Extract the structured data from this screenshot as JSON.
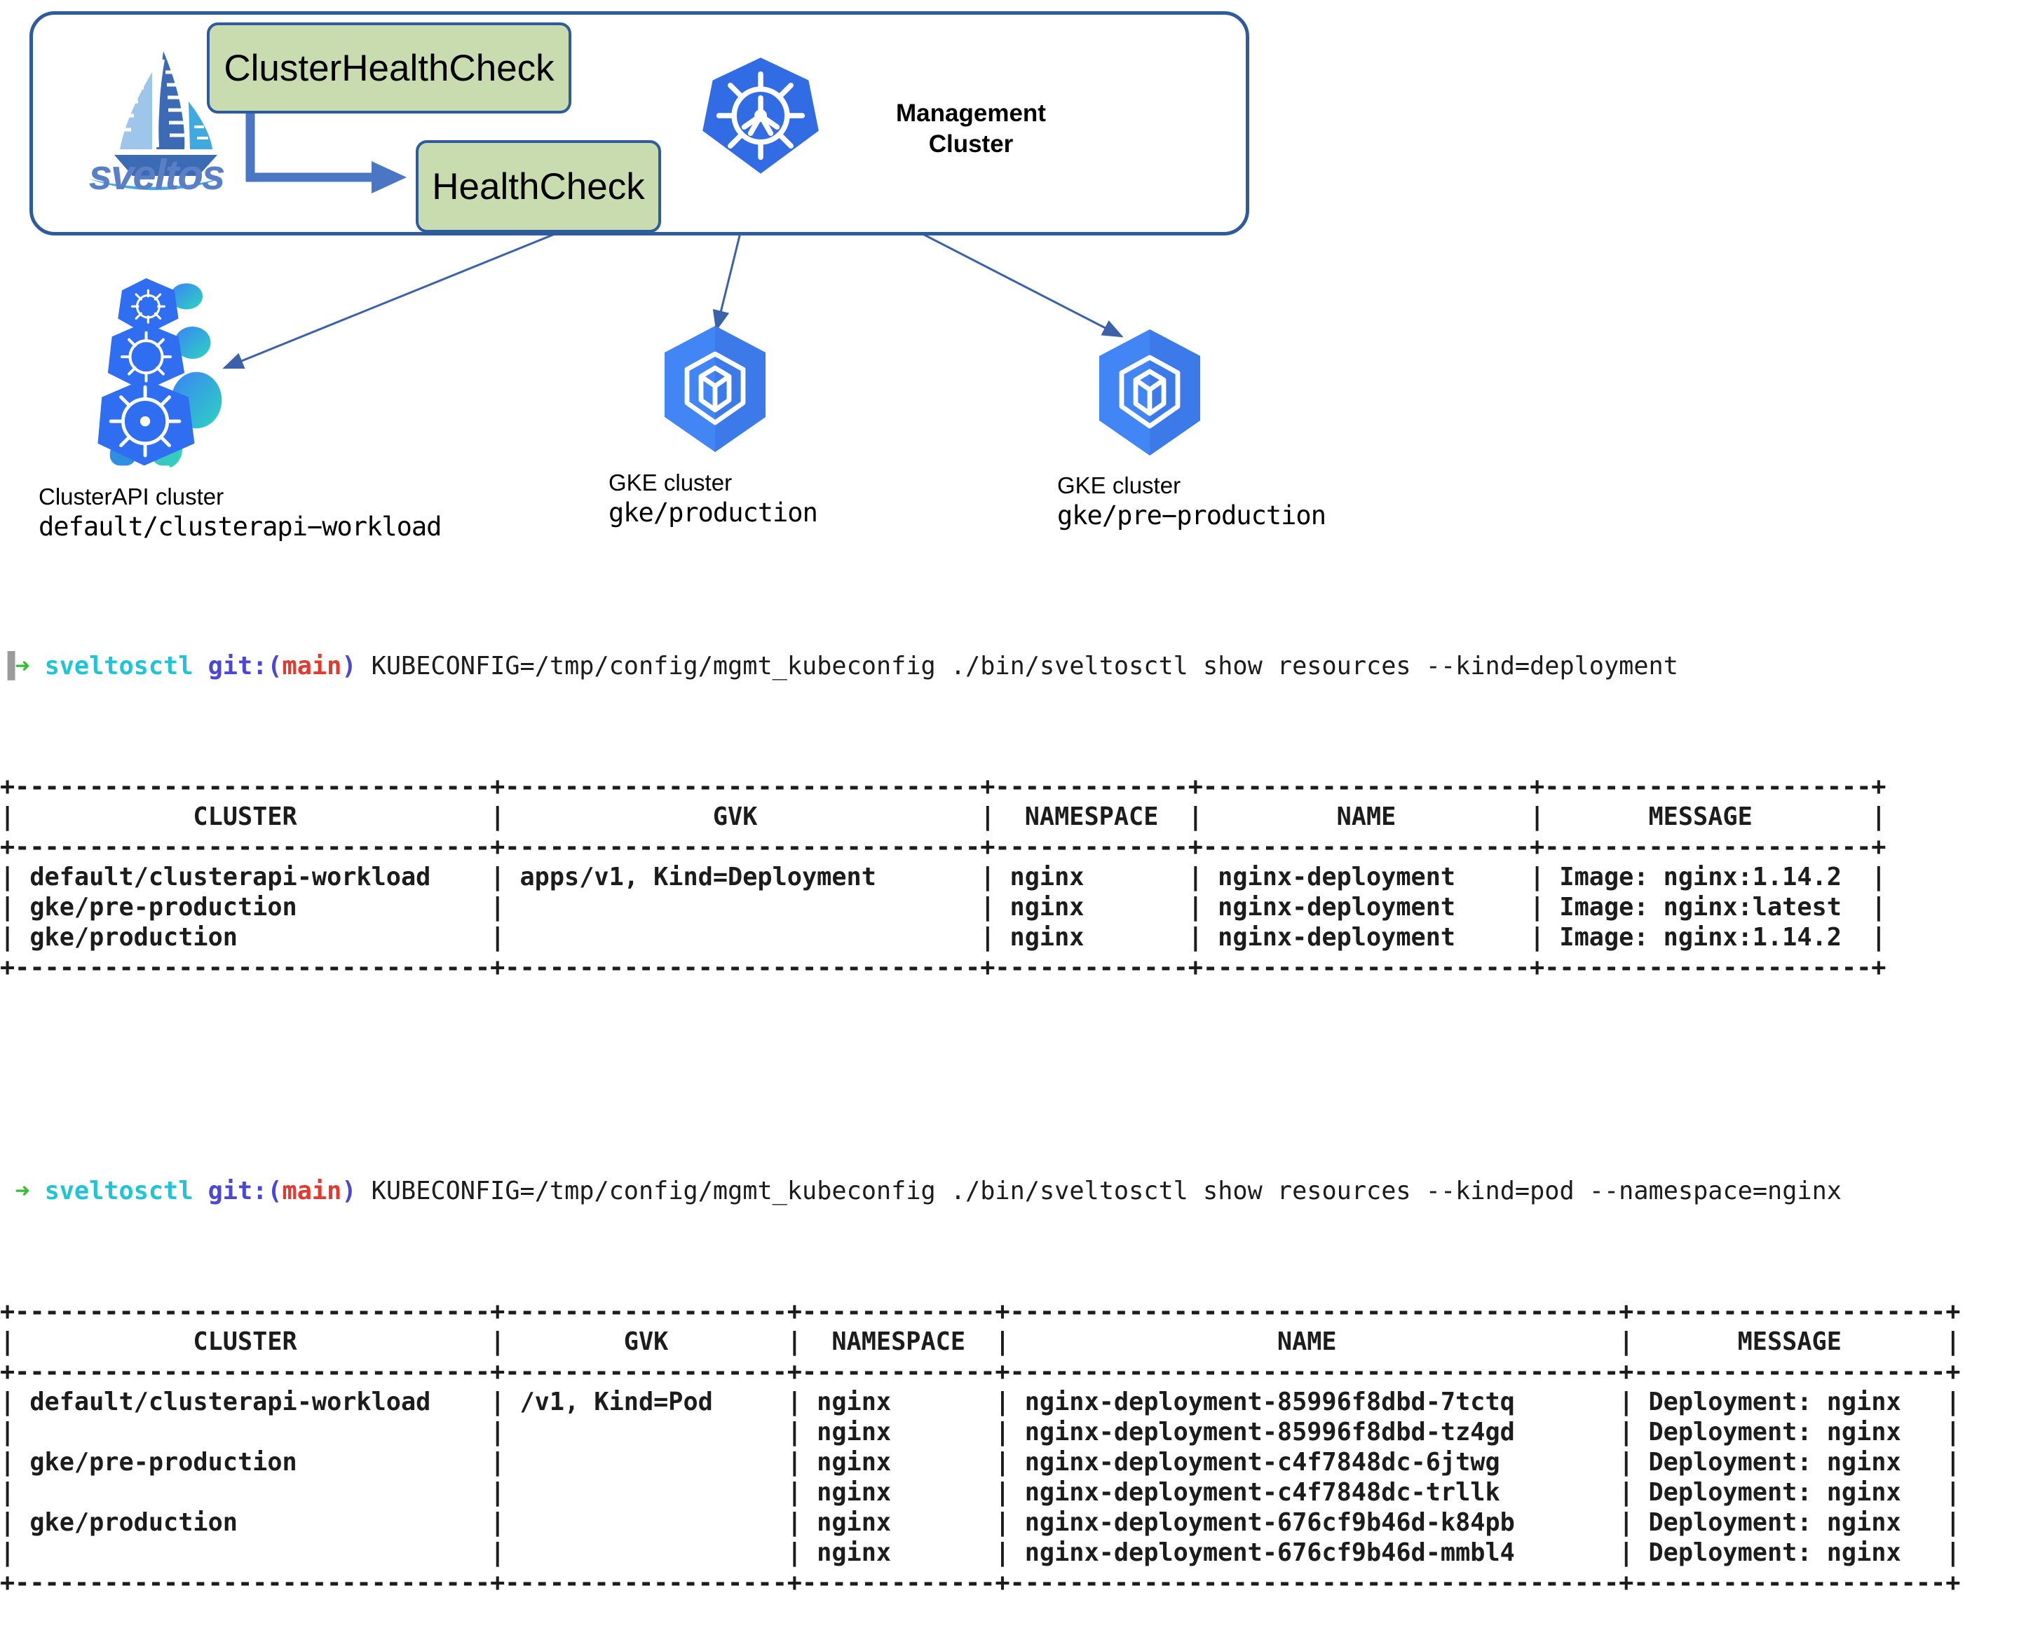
{
  "diagram": {
    "management_box": {
      "logo_name": "sveltos-sailboat-logo",
      "wordmark": "sveltos",
      "boxes": [
        {
          "id": "clusterhealthcheck",
          "label": "ClusterHealthCheck"
        },
        {
          "id": "healthcheck",
          "label": "HealthCheck"
        }
      ],
      "arrow": "clusterhealthcheck-to-healthcheck"
    },
    "management_cluster": {
      "icon": "kubernetes-helm-wheel-icon",
      "label_line1": "Management",
      "label_line2": "Cluster"
    },
    "clusters": [
      {
        "icon": "clusterapi-turtle-icon",
        "caption_line1": "ClusterAPI cluster",
        "caption_line2": "default/clusterapi−workload"
      },
      {
        "icon": "gke-cluster-icon",
        "caption_line1": "GKE cluster",
        "caption_line2": "gke/production"
      },
      {
        "icon": "gke-cluster-icon",
        "caption_line1": "GKE cluster",
        "caption_line2": "gke/pre−production"
      }
    ],
    "colors": {
      "box_fill": "#c8dcb0",
      "box_border": "#2e5b9e",
      "arrow": "#4a76c4",
      "kubernetes_blue": "#326ce5",
      "gke_blue": "#4285f4",
      "sveltos_blue": "#5b7fc7"
    }
  },
  "terminal": {
    "prompt": {
      "cursor_glyph": "▐",
      "arrow_glyph": "➜",
      "repo": "sveltosctl",
      "git_open": "git:(",
      "branch": "main",
      "git_close": ")"
    },
    "command_1": " KUBECONFIG=/tmp/config/mgmt_kubeconfig ./bin/sveltosctl show resources --kind=deployment",
    "command_2": " KUBECONFIG=/tmp/config/mgmt_kubeconfig ./bin/sveltosctl show resources --kind=pod --namespace=nginx",
    "table_1": {
      "headers": [
        "CLUSTER",
        "GVK",
        "NAMESPACE",
        "NAME",
        "MESSAGE"
      ],
      "widths": [
        32,
        32,
        13,
        22,
        22
      ],
      "rows": [
        [
          "default/clusterapi-workload",
          "apps/v1, Kind=Deployment",
          "nginx",
          "nginx-deployment",
          "Image: nginx:1.14.2"
        ],
        [
          "gke/pre-production",
          "",
          "nginx",
          "nginx-deployment",
          "Image: nginx:latest"
        ],
        [
          "gke/production",
          "",
          "nginx",
          "nginx-deployment",
          "Image: nginx:1.14.2"
        ]
      ]
    },
    "table_2": {
      "headers": [
        "CLUSTER",
        "GVK",
        "NAMESPACE",
        "NAME",
        "MESSAGE"
      ],
      "widths": [
        32,
        19,
        13,
        41,
        21
      ],
      "rows": [
        [
          "default/clusterapi-workload",
          "/v1, Kind=Pod",
          "nginx",
          "nginx-deployment-85996f8dbd-7tctq",
          "Deployment: nginx"
        ],
        [
          "",
          "",
          "nginx",
          "nginx-deployment-85996f8dbd-tz4gd",
          "Deployment: nginx"
        ],
        [
          "gke/pre-production",
          "",
          "nginx",
          "nginx-deployment-c4f7848dc-6jtwg",
          "Deployment: nginx"
        ],
        [
          "",
          "",
          "nginx",
          "nginx-deployment-c4f7848dc-trllk",
          "Deployment: nginx"
        ],
        [
          "gke/production",
          "",
          "nginx",
          "nginx-deployment-676cf9b46d-k84pb",
          "Deployment: nginx"
        ],
        [
          "",
          "",
          "nginx",
          "nginx-deployment-676cf9b46d-mmbl4",
          "Deployment: nginx"
        ]
      ]
    },
    "colors": {
      "cursor": "#9b9b9b",
      "arrow": "#2fbf2f",
      "repo": "#21c4d6",
      "git": "#4b47d4",
      "branch": "#e23a2e",
      "text": "#1c1c1c"
    }
  }
}
